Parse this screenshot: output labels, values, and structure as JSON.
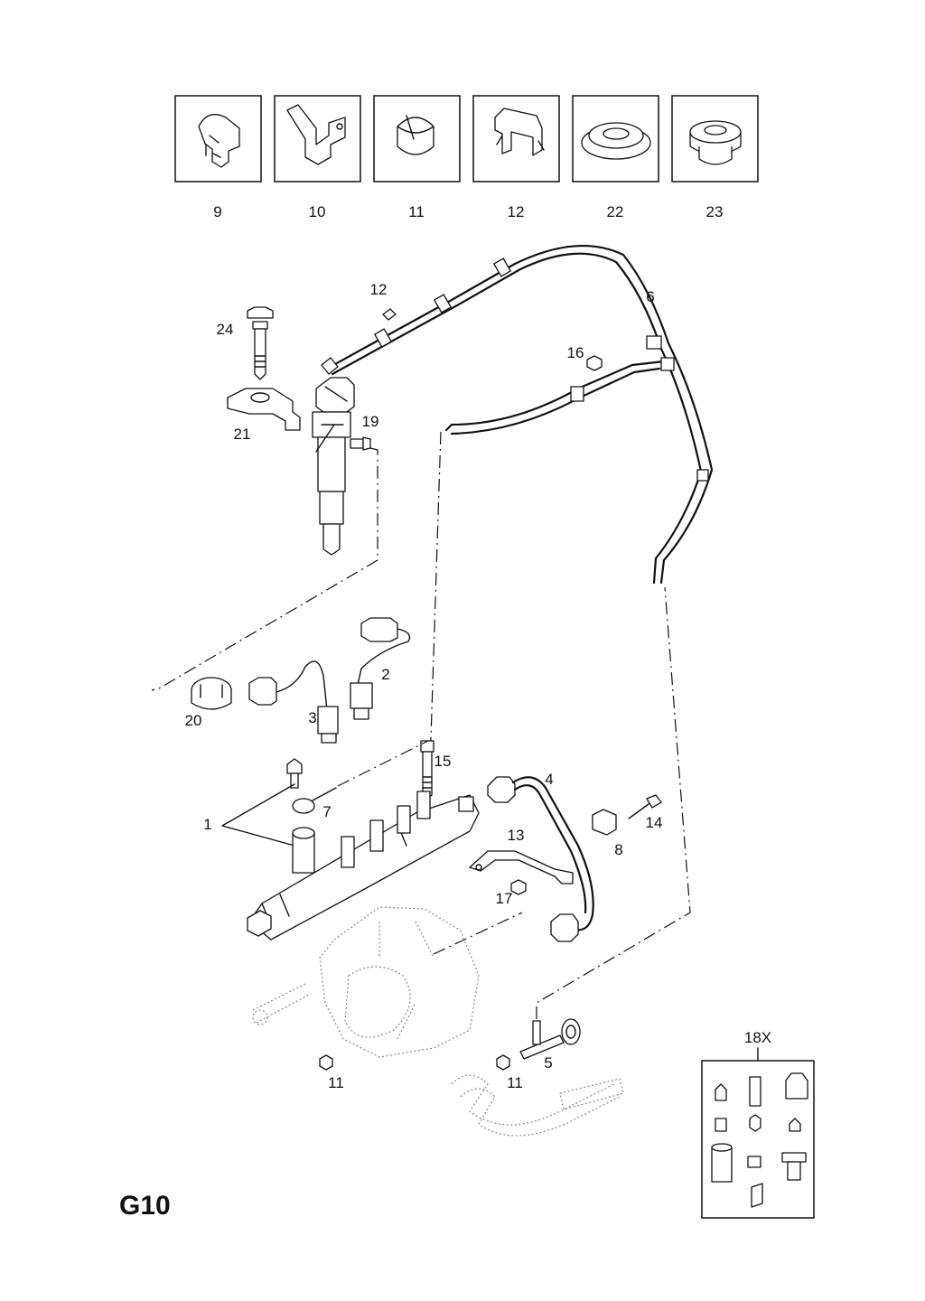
{
  "page_code": "G10",
  "kit_label": "18X",
  "thumbnail_labels": [
    "9",
    "10",
    "11",
    "12",
    "22",
    "23"
  ],
  "callouts": {
    "c1": "1",
    "c2": "2",
    "c3": "3",
    "c4": "4",
    "c5": "5",
    "c6": "6",
    "c7": "7",
    "c8": "8",
    "c11a": "11",
    "c11b": "11",
    "c12": "12",
    "c13": "13",
    "c14": "14",
    "c15": "15",
    "c16": "16",
    "c17": "17",
    "c19": "19",
    "c20": "20",
    "c21": "21",
    "c24": "24"
  }
}
